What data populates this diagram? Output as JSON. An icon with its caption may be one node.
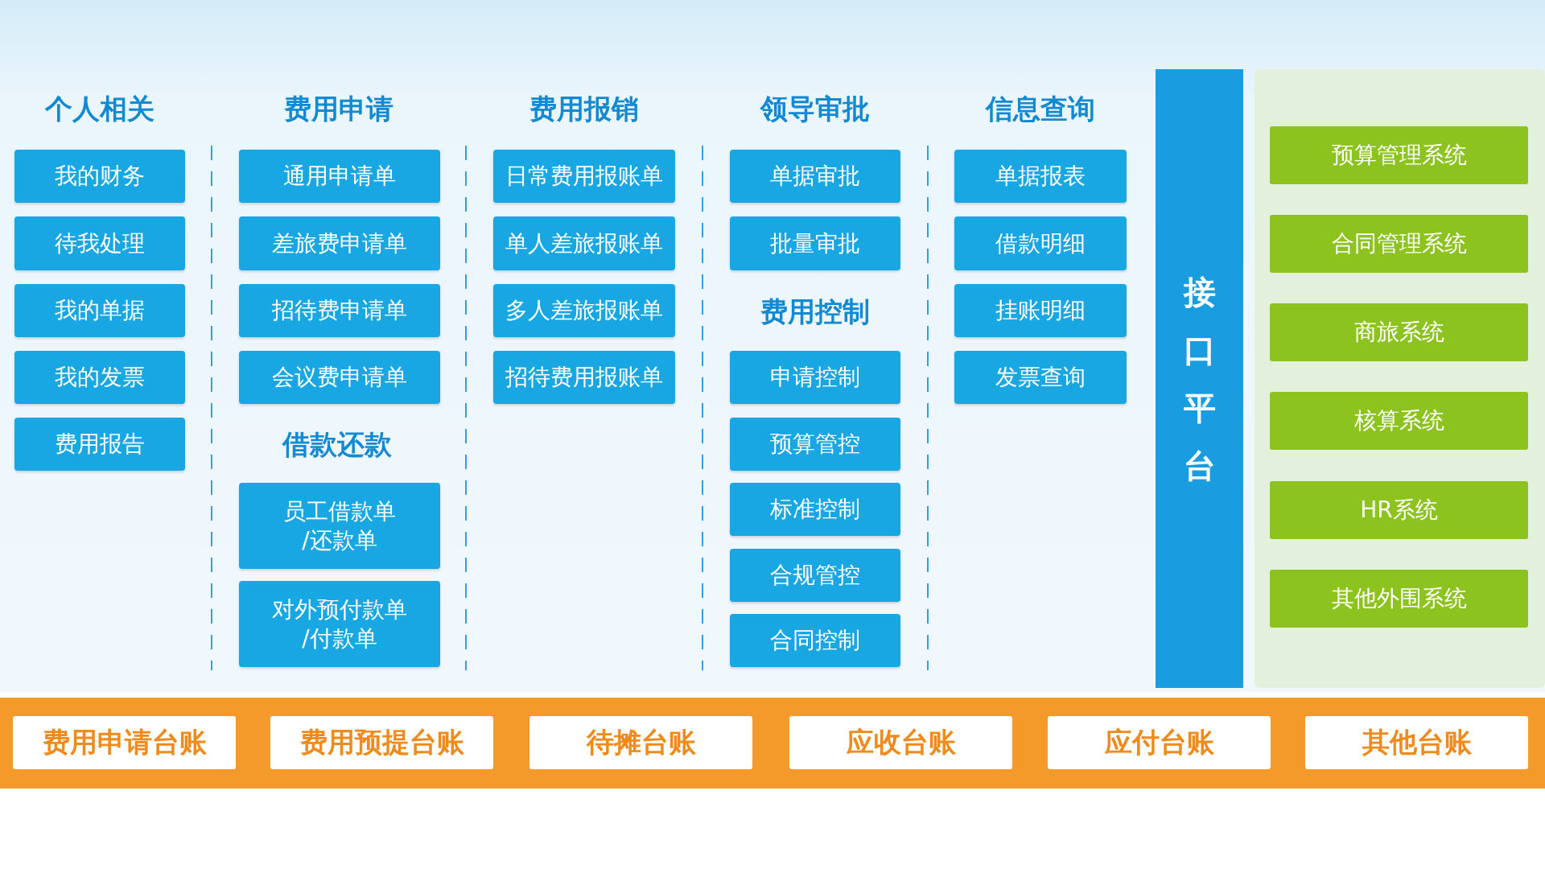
{
  "diagram": {
    "nodes": [
      {
        "text": [
          "我的财务"
        ]
      },
      {
        "text": [
          "待我处理"
        ]
      },
      {
        "text": [
          "我的单据"
        ]
      },
      {
        "text": [
          "我的发票"
        ]
      },
      {
        "text": [
          "费用报告"
        ]
      },
      {
        "text": [
          "通用申请单"
        ]
      },
      {
        "text": [
          "差旅费申请单"
        ]
      },
      {
        "text": [
          "招待费申请单"
        ]
      },
      {
        "text": [
          "会议费申请单"
        ]
      },
      {
        "text": [
          "员工借款单/还款单"
        ]
      },
      {
        "text": [
          "对外预付款单/付款单"
        ]
      },
      {
        "text": [
          "日常费用报账单"
        ]
      },
      {
        "text": [
          "单人差旅报账单"
        ]
      },
      {
        "text": [
          "多人差旅报账单"
        ]
      },
      {
        "text": [
          "招待费用报账单"
        ]
      },
      {
        "text": [
          "单据审批"
        ]
      },
      {
        "text": [
          "批量审批"
        ]
      },
      {
        "text": [
          "申请控制"
        ]
      },
      {
        "text": [
          "预算管控"
        ]
      },
      {
        "text": [
          "标准控制"
        ]
      },
      {
        "text": [
          "合规管控"
        ]
      },
      {
        "text": [
          "合同控制"
        ]
      },
      {
        "text": [
          "单据报表"
        ]
      },
      {
        "text": [
          "借款明细"
        ]
      },
      {
        "text": [
          "挂账明细"
        ]
      },
      {
        "text": [
          "发票查询"
        ]
      },
      {
        "text": [
          "接口平台"
        ]
      },
      {
        "text": [],
        "shape": "box"
      },
      {
        "text": [
          "预算管理系统"
        ],
        "in": 27
      },
      {
        "text": [
          "合同管理系统"
        ],
        "in": 27
      },
      {
        "text": [
          "商旅系统"
        ],
        "in": 27
      },
      {
        "text": [
          "核算系统"
        ],
        "in": 27
      },
      {
        "text": [
          "HR系统"
        ],
        "in": 27
      },
      {
        "text": [
          "其他外围系统"
        ],
        "in": 27
      },
      {
        "text": [],
        "shape": "bar"
      },
      {
        "text": [
          "费用申请台账"
        ],
        "in": 34
      },
      {
        "text": [
          "费用预提台账"
        ],
        "in": 34
      },
      {
        "text": [
          "待摊台账"
        ],
        "in": 34
      },
      {
        "text": [
          "应收台账"
        ],
        "in": 34
      },
      {
        "text": [
          "应付台账"
        ],
        "in": 34
      },
      {
        "text": [
          "其他台账"
        ],
        "in": 34
      }
    ],
    "labels": [
      "个人相关",
      "费用申请",
      "费用报销",
      "领导审批",
      "信息查询",
      "费用控制",
      "借款还款"
    ]
  }
}
